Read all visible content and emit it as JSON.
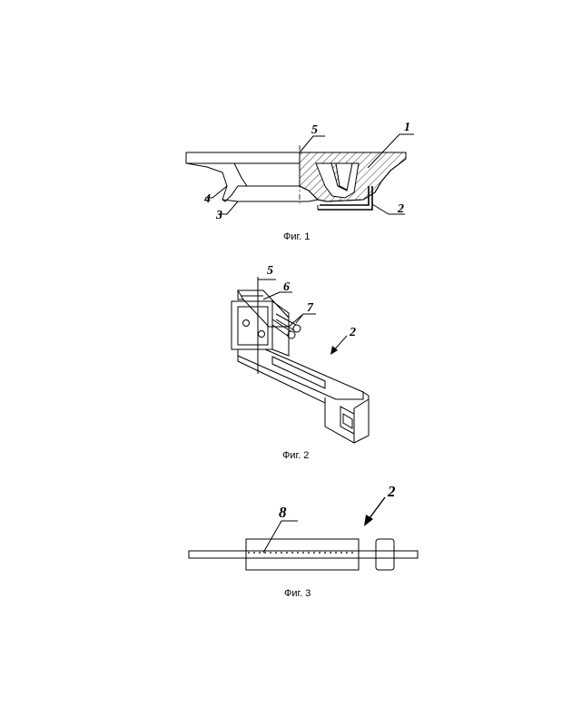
{
  "figures": [
    {
      "caption": "Фиг. 1",
      "labels": {
        "part1": "1",
        "part2": "2",
        "part3": "3",
        "part4": "4",
        "part5": "5"
      }
    },
    {
      "caption": "Фиг. 2",
      "labels": {
        "part2": "2",
        "part5": "5",
        "part6": "6",
        "part7": "7"
      }
    },
    {
      "caption": "Фиг. 3",
      "labels": {
        "part2": "2",
        "part8": "8"
      }
    }
  ]
}
